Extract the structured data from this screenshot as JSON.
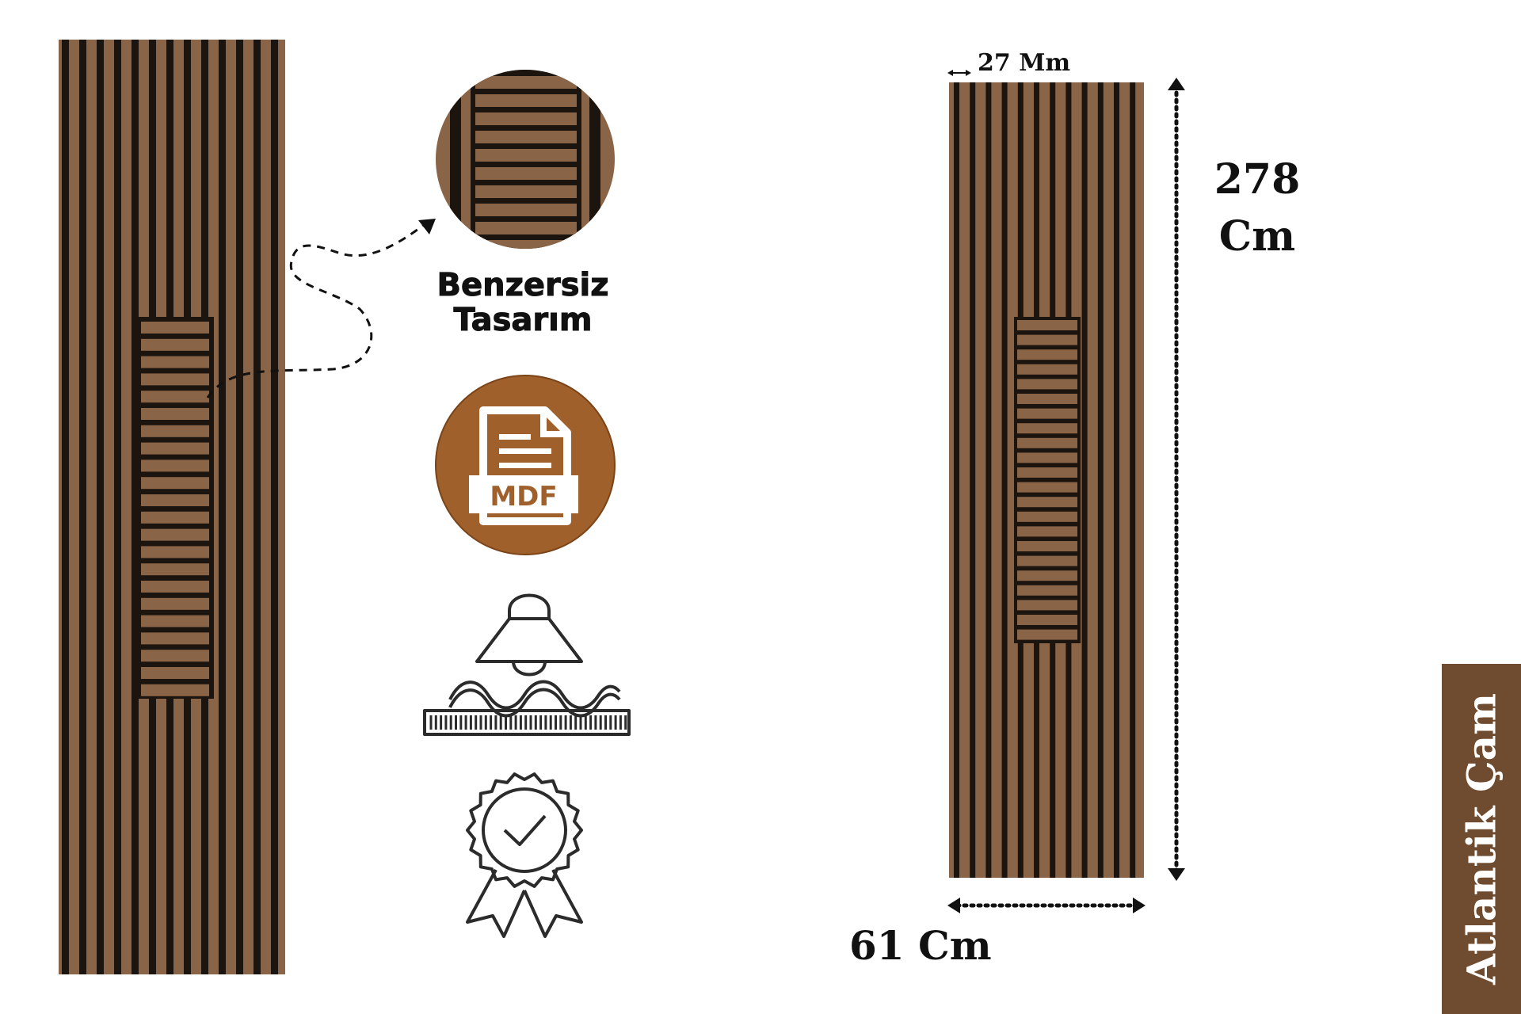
{
  "features": {
    "design_line1": "Benzersiz",
    "design_line2": "Tasarım",
    "material_label": "MDF"
  },
  "dimensions": {
    "slat_width": "27 Mm",
    "height_value": "278",
    "height_unit": "Cm",
    "width": "61 Cm"
  },
  "brand": {
    "name": "Atlantik Çam"
  },
  "colors": {
    "wood": "#8a6446",
    "slat_dark": "#1c140e",
    "brand_bg": "#6f4b2f",
    "mdf_circle": "#a0602c"
  },
  "icons": [
    "detail-zoom-icon",
    "mdf-file-icon",
    "acoustic-lamp-icon",
    "quality-badge-icon",
    "dashed-arrow-icon"
  ]
}
